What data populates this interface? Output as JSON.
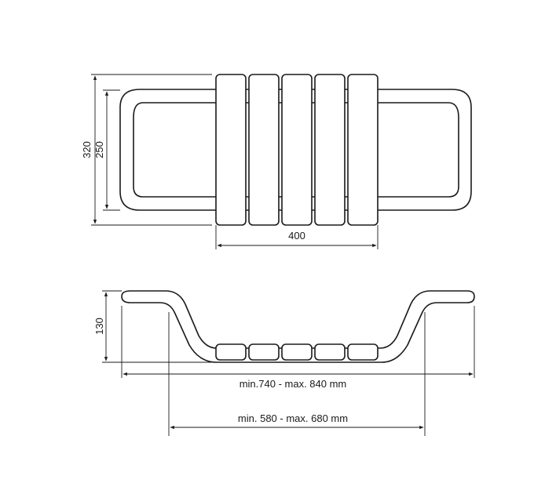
{
  "top_view": {
    "slat_count": 5,
    "dimensions": {
      "outer_height": "320",
      "inner_height": "250",
      "seat_width": "400"
    }
  },
  "side_view": {
    "seat_segment_count": 5,
    "dimensions": {
      "height": "130",
      "overall_length": "min.740 - max. 840 mm",
      "support_span": "min. 580 - max. 680 mm"
    }
  },
  "colors": {
    "line": "#1a1a1a",
    "background": "#ffffff"
  }
}
